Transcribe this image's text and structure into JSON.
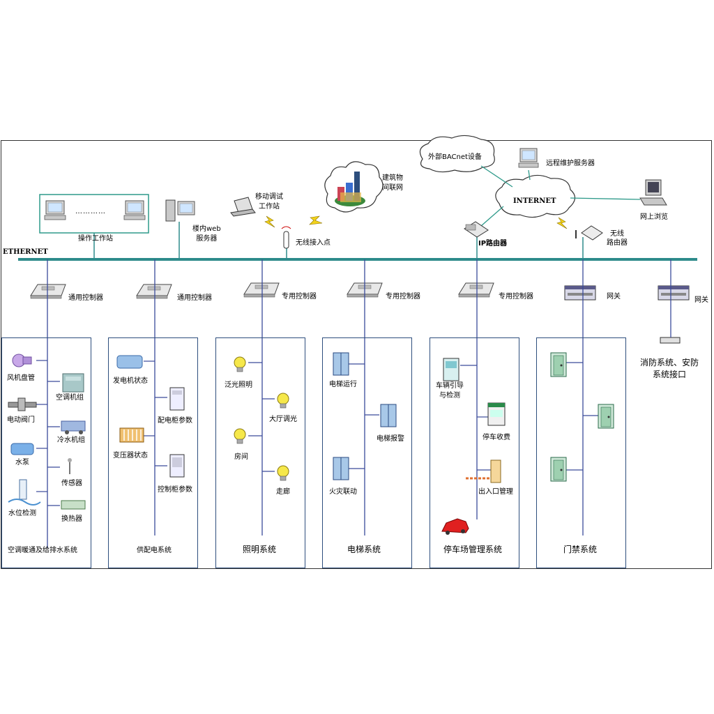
{
  "network": {
    "ethernet_label": "ETHERNET",
    "internet_label": "INTERNET",
    "external_bacnet": "外部BACnet设备",
    "building_iot": "建筑物\n间联网"
  },
  "top_nodes": {
    "operator_station": "操作工作站",
    "dots": "…………",
    "web_server": "楼内web\n服务器",
    "mobile_station": "移动调试\n工作站",
    "wireless_ap": "无线接入点",
    "remote_server": "远程维护服务器",
    "ip_router": "IP路由器",
    "web_browse": "网上浏览",
    "wireless_router": "无线\n路由器"
  },
  "controllers": [
    "通用控制器",
    "通用控制器",
    "专用控制器",
    "专用控制器",
    "专用控制器"
  ],
  "gateway_label": "网关",
  "fire_security": "消防系统、安防\n系统接口",
  "subsystems": [
    {
      "title": "空调暖通及给排水系统",
      "items": [
        "风机盘管",
        "空调机组",
        "电动阀门",
        "冷水机组",
        "水泵",
        "传感器",
        "水位检测",
        "换热器"
      ]
    },
    {
      "title": "供配电系统",
      "items": [
        "发电机状态",
        "配电柜参数",
        "变压器状态",
        "控制柜参数"
      ]
    },
    {
      "title": "照明系统",
      "items": [
        "泛光照明",
        "大厅调光",
        "房间",
        "走廊"
      ]
    },
    {
      "title": "电梯系统",
      "items": [
        "电梯运行",
        "电梯报警",
        "火灾联动"
      ]
    },
    {
      "title": "停车场管理系统",
      "items": [
        "车辆引导\n与检测",
        "停车收费",
        "出入口管理"
      ]
    },
    {
      "title": "门禁系统",
      "items": []
    }
  ],
  "colors": {
    "ethernet_bus": "#2e8b8b",
    "vertical_lines": "#3a4a9a",
    "panel_border": "#2d4e7d",
    "link_lines": "#2e9a8a"
  }
}
